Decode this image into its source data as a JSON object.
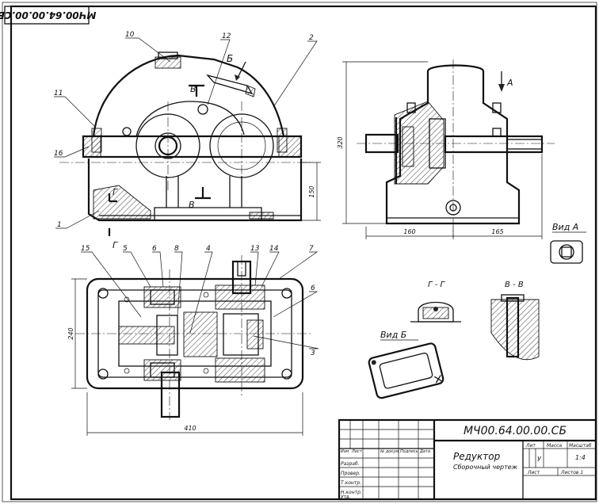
{
  "stamp_code": "МЧ00.64.00.00.СБ",
  "part_labels": [
    "10",
    "12",
    "2",
    "11",
    "16",
    "1",
    "15",
    "5",
    "6",
    "8",
    "4",
    "13",
    "14",
    "7",
    "6",
    "3"
  ],
  "view_labels": {
    "arrow_b": "Б",
    "arrow_v_top": "В",
    "arrow_v_bottom": "В",
    "arrow_g_top": "Г",
    "arrow_g_bottom": "Г",
    "arrow_a": "А",
    "vid_a": "Вид А",
    "section_gg": "Г - Г",
    "section_vv": "В - В",
    "vid_b": "Вид Б"
  },
  "dimensions": {
    "height_total": "320",
    "height_axis": "150",
    "width_left": "160",
    "width_right": "165",
    "plan_width": "240",
    "plan_length": "410"
  },
  "title_block": {
    "designation": "МЧ00.64.00.00.СБ",
    "name": "Редуктор",
    "doc_type": "Сборочный чертеж",
    "col_headers": [
      "Изм",
      "Лист",
      "№ докум.",
      "Подпись",
      "Дата"
    ],
    "row_labels": [
      "Разраб.",
      "Провер.",
      "Т.контр.",
      "Н.контр.",
      "Утв."
    ],
    "lit_label": "Лит",
    "mass_label": "Масса",
    "scale_label": "Масштаб",
    "lit_value": "У",
    "scale_value": "1:4",
    "sheet_label": "Лист",
    "sheets_label": "Листов 1"
  }
}
